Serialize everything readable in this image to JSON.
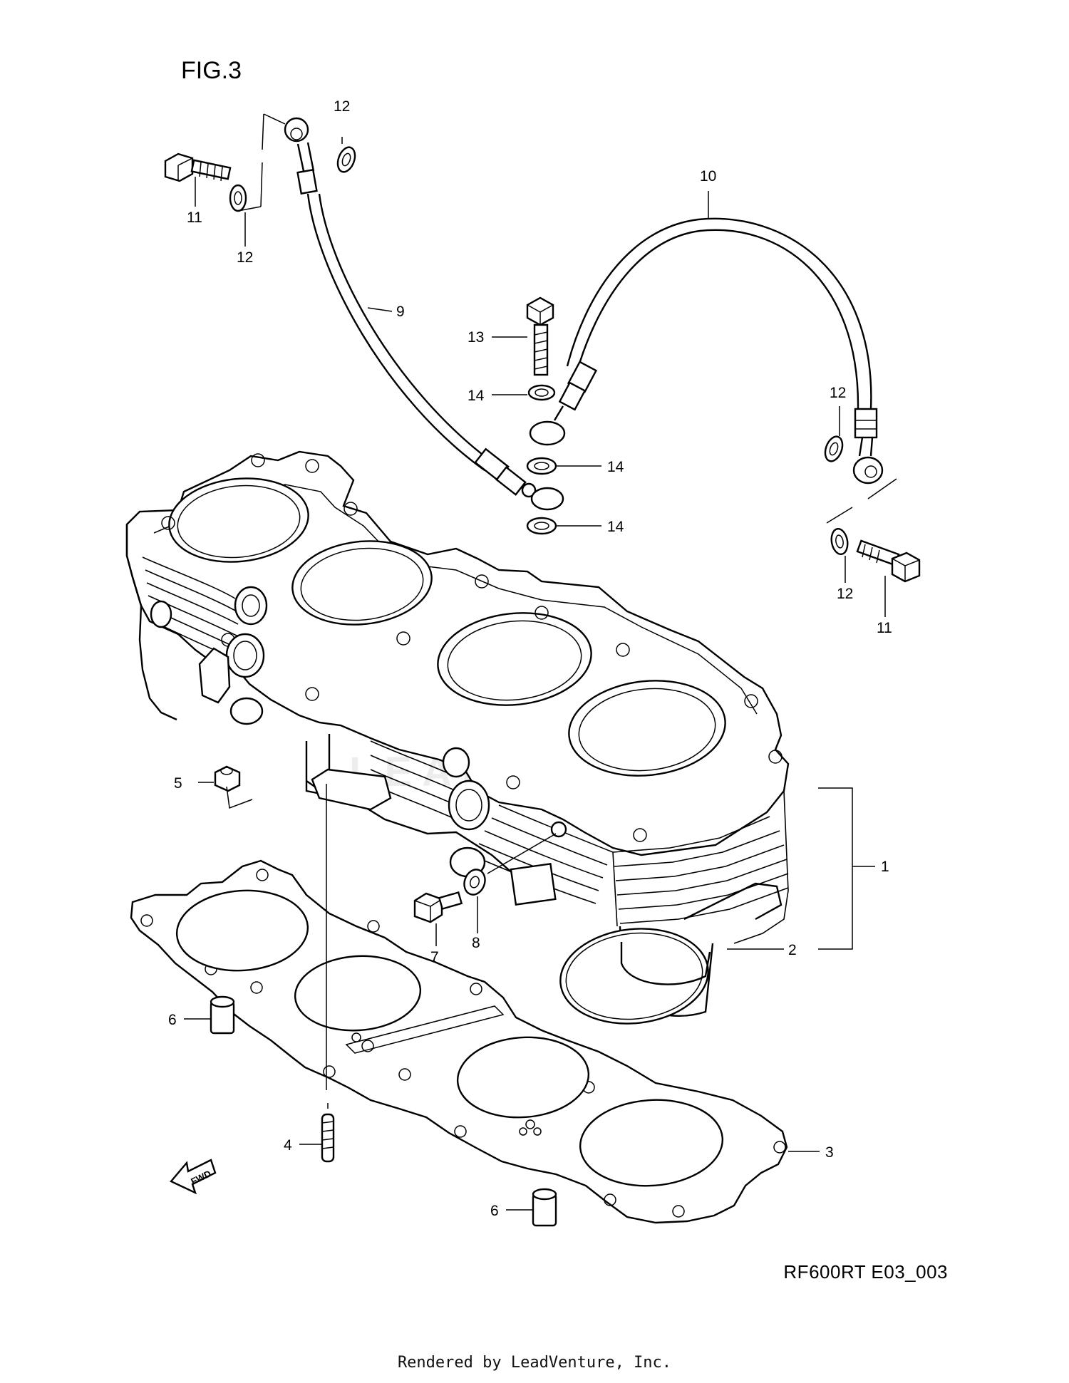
{
  "figure": {
    "title": "FIG.3",
    "drawing_code": "RF600RT E03_003",
    "credit": "Rendered by LeadVenture, Inc.",
    "watermark": "LEADVENTURE"
  },
  "fwd_arrow_label": "FWD",
  "callouts": [
    {
      "id": "1",
      "label": "1"
    },
    {
      "id": "2",
      "label": "2"
    },
    {
      "id": "3",
      "label": "3"
    },
    {
      "id": "4",
      "label": "4"
    },
    {
      "id": "5",
      "label": "5"
    },
    {
      "id": "6a",
      "label": "6"
    },
    {
      "id": "6b",
      "label": "6"
    },
    {
      "id": "7",
      "label": "7"
    },
    {
      "id": "8",
      "label": "8"
    },
    {
      "id": "9",
      "label": "9"
    },
    {
      "id": "10",
      "label": "10"
    },
    {
      "id": "11a",
      "label": "11"
    },
    {
      "id": "11b",
      "label": "11"
    },
    {
      "id": "12a",
      "label": "12"
    },
    {
      "id": "12b",
      "label": "12"
    },
    {
      "id": "12c",
      "label": "12"
    },
    {
      "id": "12d",
      "label": "12"
    },
    {
      "id": "13",
      "label": "13"
    },
    {
      "id": "14a",
      "label": "14"
    },
    {
      "id": "14b",
      "label": "14"
    },
    {
      "id": "14c",
      "label": "14"
    }
  ]
}
